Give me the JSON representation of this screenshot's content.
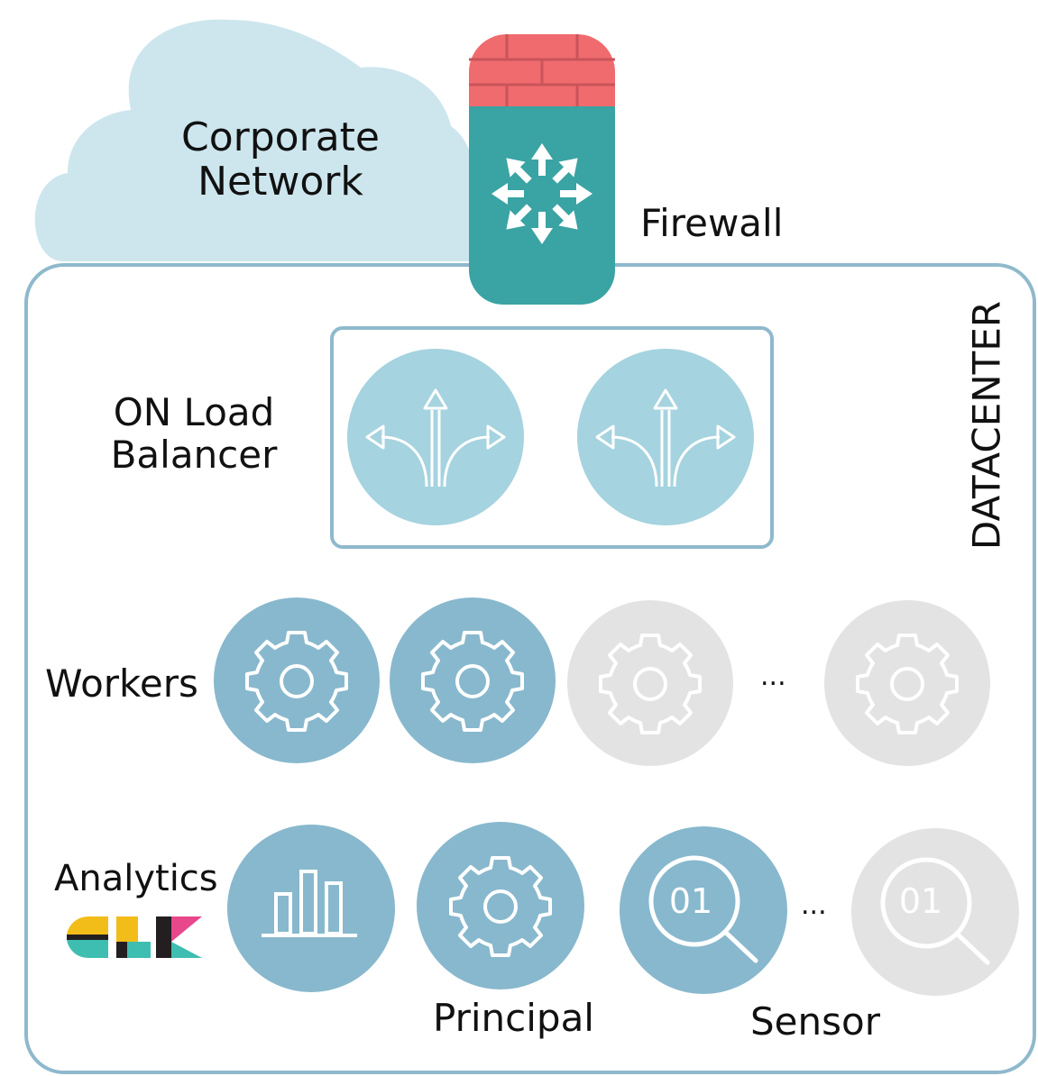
{
  "cloud": {
    "label_line1": "Corporate",
    "label_line2": "Network",
    "color": "#cde6ee"
  },
  "firewall": {
    "label": "Firewall",
    "brick_color": "#ef6b6e",
    "body_color": "#3aa3a3",
    "icon": "arrows-out-icon"
  },
  "datacenter": {
    "label": "DATACENTER",
    "border_color": "#8fb9cc"
  },
  "load_balancer": {
    "label_line1": "ON Load",
    "label_line2": "Balancer",
    "nodes": [
      {
        "icon": "split-arrows-icon"
      },
      {
        "icon": "split-arrows-icon"
      }
    ],
    "color": "#a5d3df"
  },
  "workers": {
    "label": "Workers",
    "ellipsis": "...",
    "nodes": [
      {
        "icon": "gear-icon",
        "state": "active"
      },
      {
        "icon": "gear-icon",
        "state": "active"
      },
      {
        "icon": "gear-icon",
        "state": "inactive"
      },
      {
        "icon": "gear-icon",
        "state": "inactive"
      }
    ]
  },
  "analytics": {
    "label": "Analytics",
    "logo": "elk-logo",
    "node_icon": "bar-chart-icon",
    "principal_label": "Principal",
    "principal_icon": "gear-icon",
    "sensor_label": "Sensor",
    "sensor_ellipsis": "...",
    "sensor_text": "01",
    "sensor_icon": "magnifier-binary-icon"
  },
  "colors": {
    "active": "#88b8cd",
    "inactive": "#e3e3e3",
    "logo_yellow": "#f3bd19",
    "logo_pink": "#e8478b",
    "logo_teal": "#3ebeb0",
    "logo_dark": "#231f20"
  }
}
